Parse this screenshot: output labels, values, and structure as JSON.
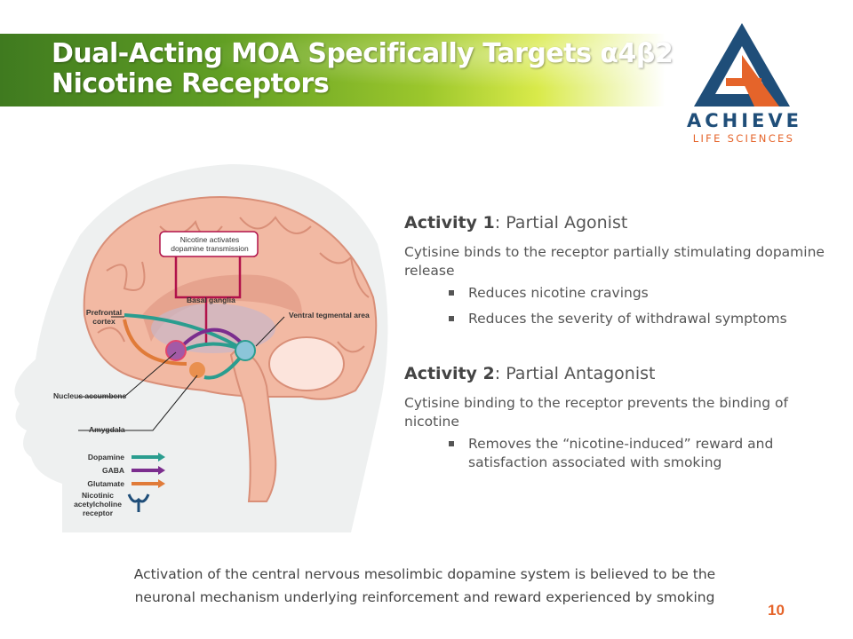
{
  "slide": {
    "title_line1": "Dual-Acting MOA Specifically Targets α4β2",
    "title_line2": "Nicotine Receptors",
    "page_number": "10"
  },
  "logo": {
    "word": "ACHIEVE",
    "sub": "LIFE SCIENCES",
    "colors": {
      "navy": "#1f4e79",
      "orange": "#e5642a"
    }
  },
  "figure": {
    "callout": "Nicotine activates dopamine transmission",
    "labels": {
      "basal_ganglia": "Basal ganglia",
      "prefrontal": "Prefrontal cortex",
      "vta": "Ventral tegmental area",
      "nucleus": "Nucleus accumbens",
      "amygdala": "Amygdala"
    },
    "legend": [
      {
        "label": "Dopamine",
        "color": "#2a9d8f"
      },
      {
        "label": "GABA",
        "color": "#7b2d8e"
      },
      {
        "label": "Glutamate",
        "color": "#e07b39"
      }
    ],
    "receptor_label": "Nicotinic acetylcholine receptor"
  },
  "activity1": {
    "heading_bold": "Activity 1",
    "heading_rest": ": Partial Agonist",
    "desc": "Cytisine binds to the receptor partially stimulating dopamine release",
    "bullets": [
      "Reduces nicotine cravings",
      "Reduces the severity of withdrawal symptoms"
    ]
  },
  "activity2": {
    "heading_bold": "Activity 2",
    "heading_rest": ":  Partial Antagonist",
    "desc": "Cytisine binding to the receptor prevents the binding of nicotine",
    "bullets": [
      "Removes the “nicotine-induced” reward and satisfaction associated with smoking"
    ]
  },
  "footer": {
    "line1": "Activation of the central nervous mesolimbic dopamine system is believed to be the",
    "line2": "neuronal mechanism underlying reinforcement and reward experienced by smoking"
  }
}
